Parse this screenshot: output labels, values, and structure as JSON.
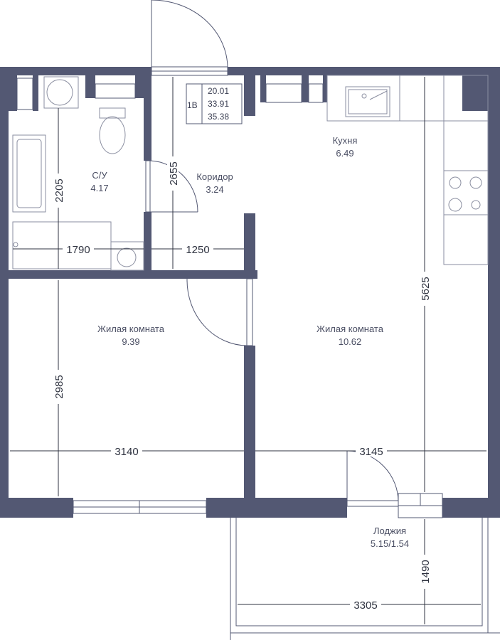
{
  "unit_info": {
    "type_label": "1В",
    "area_living": "20.01",
    "area_total": "33.91",
    "area_total_with_loggia": "35.38"
  },
  "rooms": {
    "bathroom": {
      "name": "С/У",
      "area": "4.17"
    },
    "corridor": {
      "name": "Коридор",
      "area": "3.24"
    },
    "kitchen": {
      "name": "Кухня",
      "area": "6.49"
    },
    "living_left": {
      "name": "Жилая комната",
      "area": "9.39"
    },
    "living_right": {
      "name": "Жилая комната",
      "area": "10.62"
    },
    "loggia": {
      "name": "Лоджия",
      "area": "5.15/1.54"
    }
  },
  "dimensions": {
    "bath_height": "2205",
    "bath_width": "1790",
    "corridor_height": "2655",
    "corridor_width": "1250",
    "right_height": "5625",
    "left_height": "2985",
    "left_width": "3140",
    "right_width": "3145",
    "loggia_height": "1490",
    "loggia_width": "3305"
  }
}
